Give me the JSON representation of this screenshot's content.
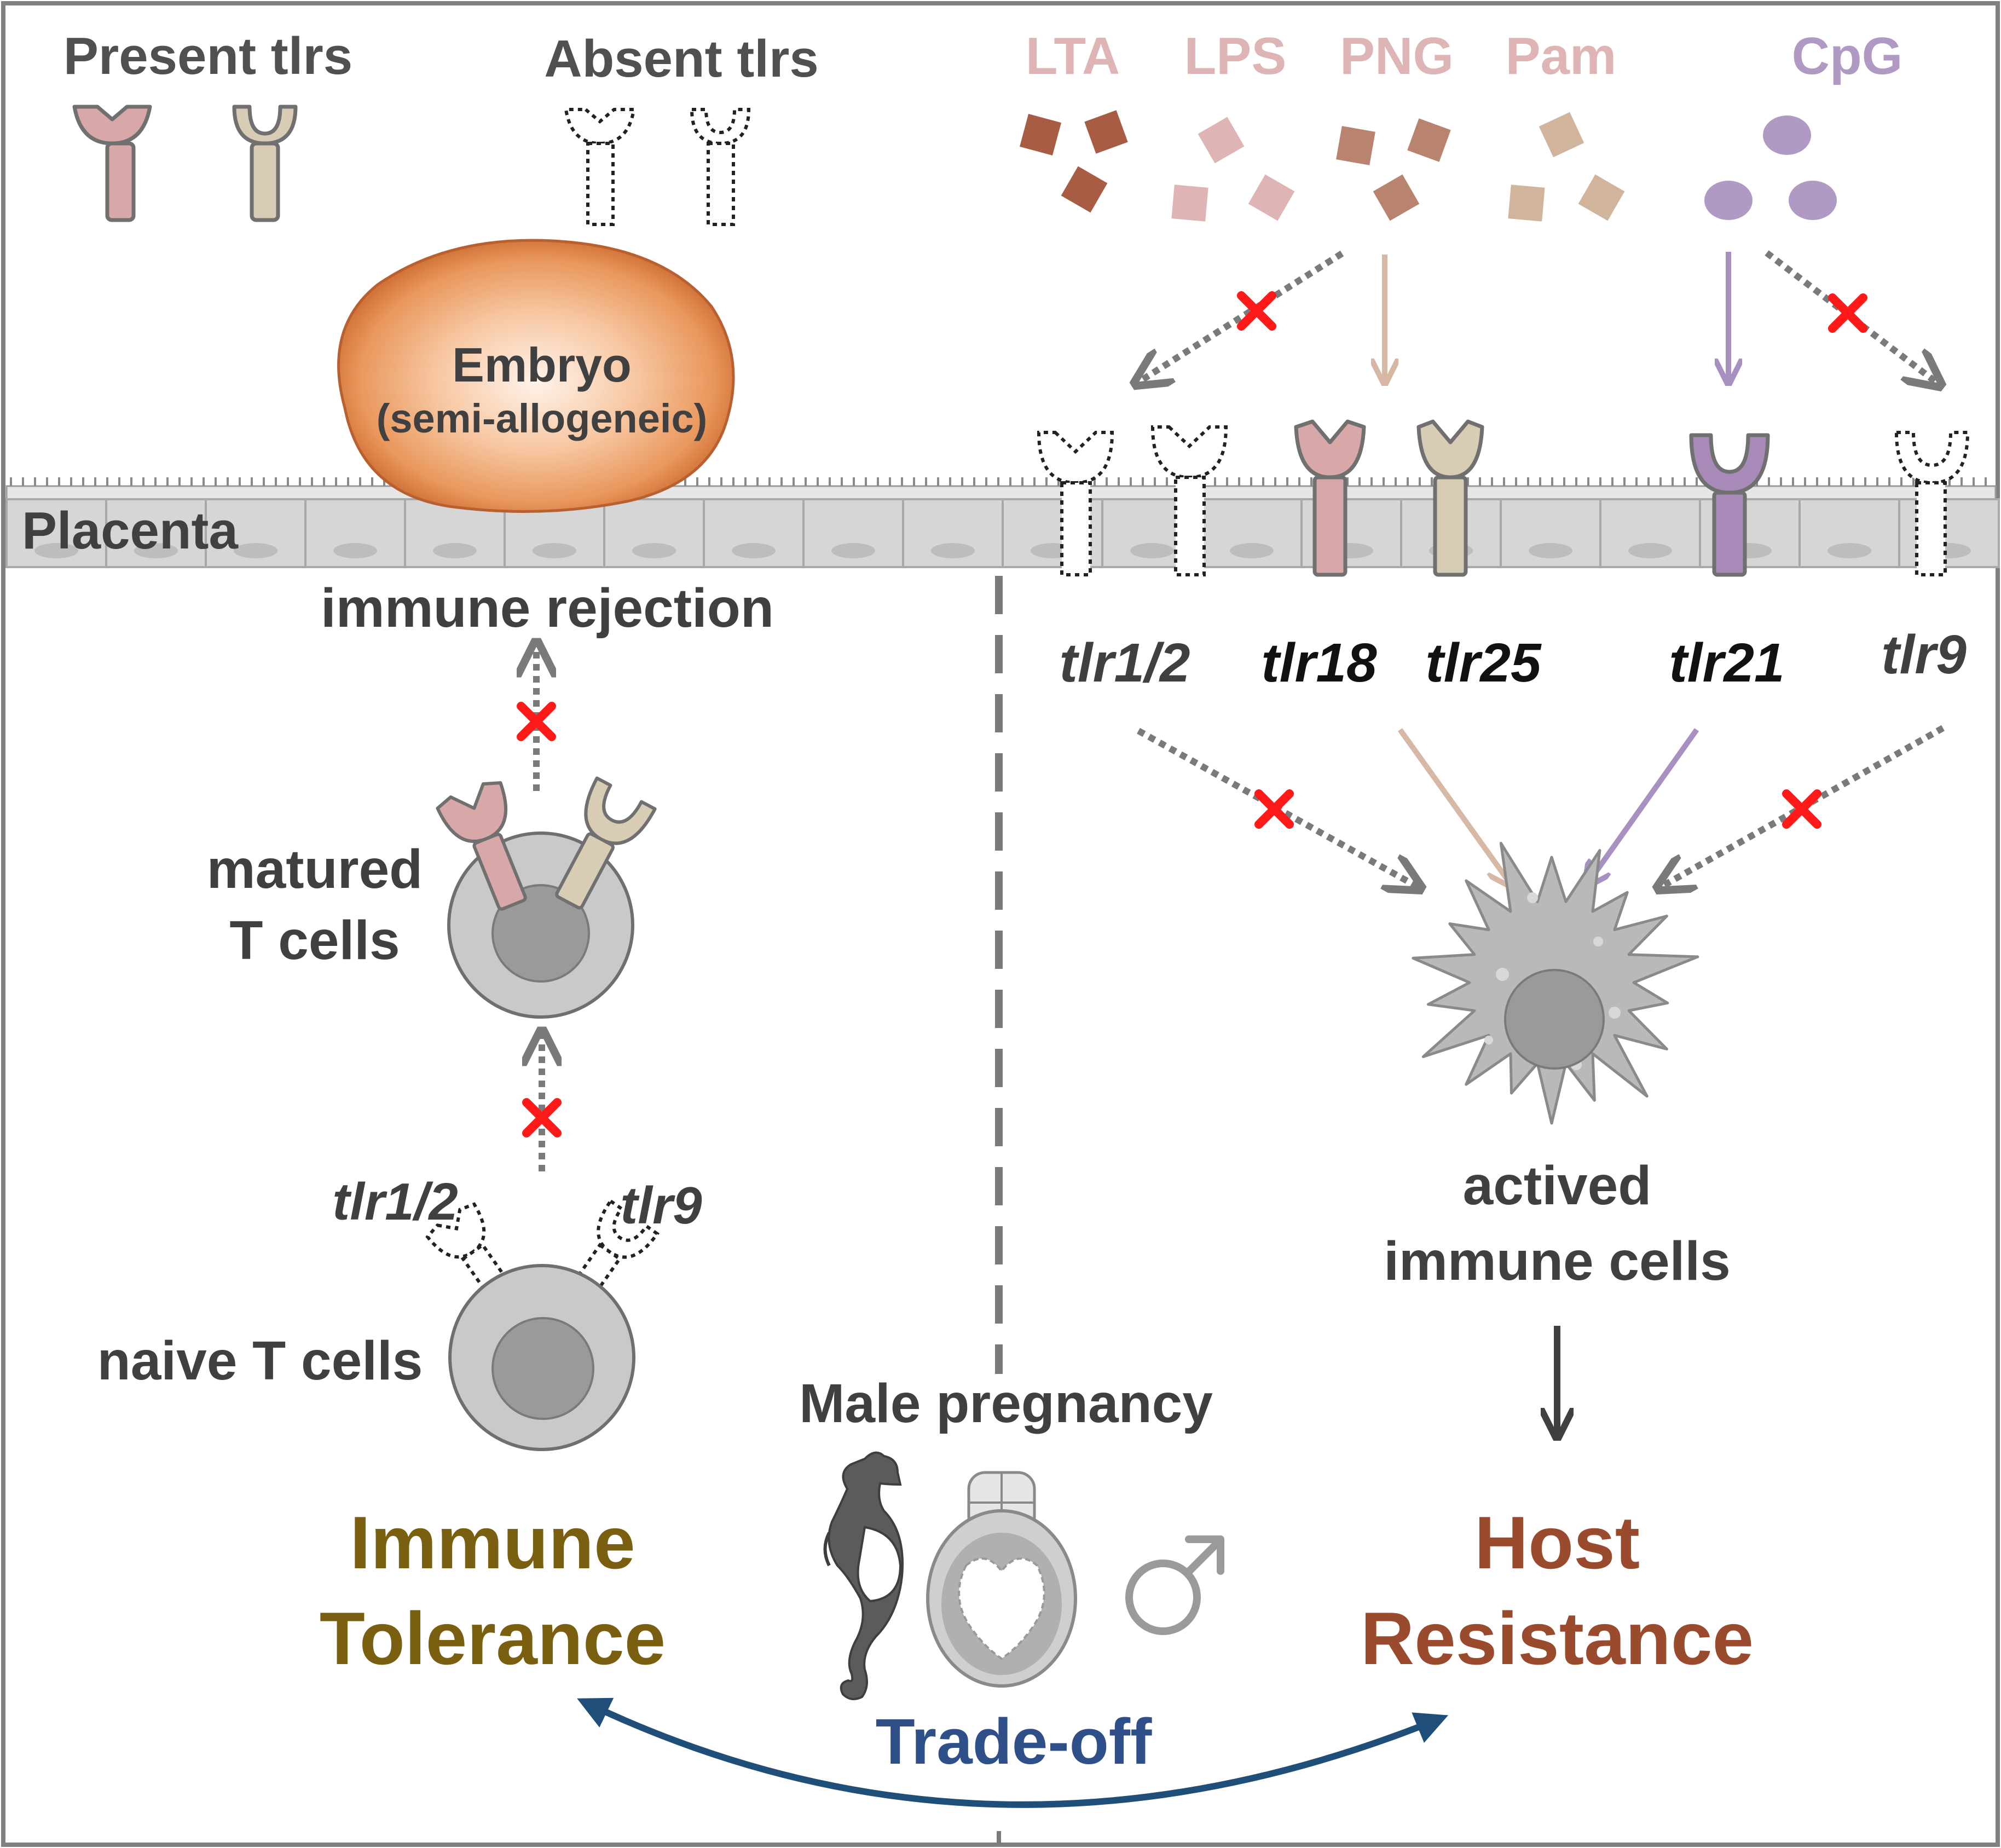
{
  "colors": {
    "text_gray": "#505050",
    "tlr_pink": "#d8a8a8",
    "tlr_beige": "#d8ccb4",
    "tlr_purple": "#a88ab8",
    "ligand_dark": "#a85c44",
    "ligand_light": "#deb4b4",
    "ligand_mid": "#b88470",
    "ligand_tan": "#d0b49c",
    "cpg_purple": "#b09ac4",
    "tolerance_gold": "#7a5f10",
    "resistance_brown": "#9a4b2e",
    "tradeoff_blue": "#2f4f88",
    "red_x": "#ff1a1a",
    "arrow_tan": "#d6b8a4",
    "arrow_purple": "#a890c0",
    "embryo_orange": "#e08850"
  },
  "legend": {
    "present_label": "Present tlrs",
    "absent_label": "Absent tlrs"
  },
  "ligands": {
    "lta": "LTA",
    "lps": "LPS",
    "png": "PNG",
    "pam": "Pam",
    "cpg": "CpG"
  },
  "embryo": {
    "title": "Embryo",
    "subtitle": "(semi-allogeneic)"
  },
  "placenta_label": "Placenta",
  "left_panel": {
    "rejection_label": "immune rejection",
    "matured_line1": "matured",
    "matured_line2": "T cells",
    "naive_label": "naive T cells",
    "naive_tlr12": "tlr1/2",
    "naive_tlr9": "tlr9",
    "tolerance_line1": "Immune",
    "tolerance_line2": "Tolerance"
  },
  "right_panel": {
    "receptor_labels": {
      "tlr12": "tlr1/2",
      "tlr18": "tlr18",
      "tlr25": "tlr25",
      "tlr21": "tlr21",
      "tlr9": "tlr9"
    },
    "activated_line1": "actived",
    "activated_line2": "immune cells",
    "resistance_line1": "Host",
    "resistance_line2": "Resistance"
  },
  "center": {
    "pregnancy_label": "Male pregnancy",
    "male_symbol": "♂",
    "tradeoff_label": "Trade-off"
  },
  "icons": {
    "seahorse": "seahorse-icon",
    "brood_pouch": "brood-pouch-icon",
    "male": "male-symbol-icon",
    "red_x": "blocked-x-icon",
    "activated_cell": "activated-immune-cell-icon"
  }
}
